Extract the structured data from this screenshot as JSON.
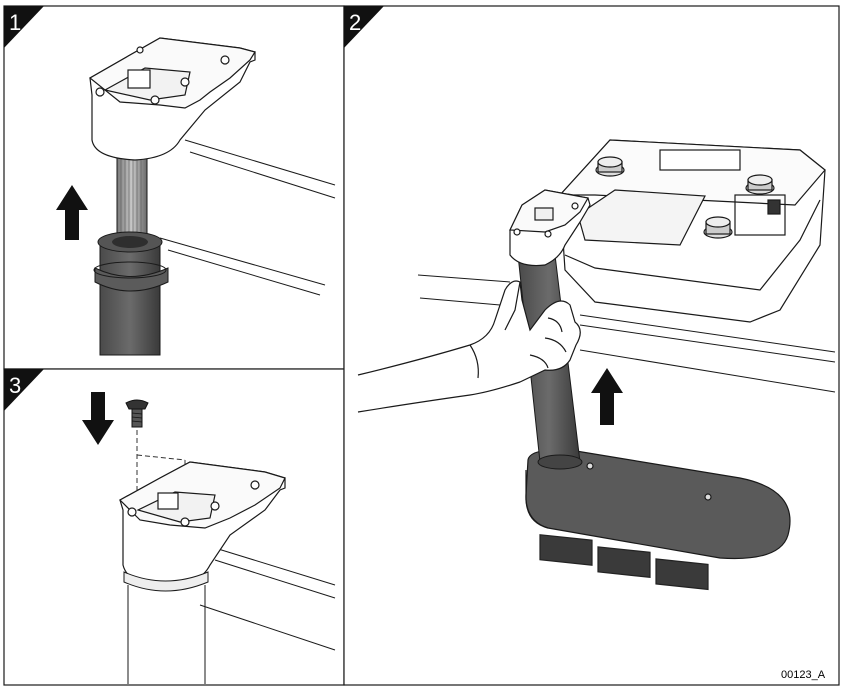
{
  "figure": {
    "panels": [
      {
        "step": "1"
      },
      {
        "step": "2"
      },
      {
        "step": "3"
      }
    ],
    "reference_code": "00123_A",
    "colors": {
      "background": "#ffffff",
      "line": "#1a1a1a",
      "tube": "#555555",
      "tube_dark": "#3e3e3e",
      "badge": "#111111"
    }
  }
}
